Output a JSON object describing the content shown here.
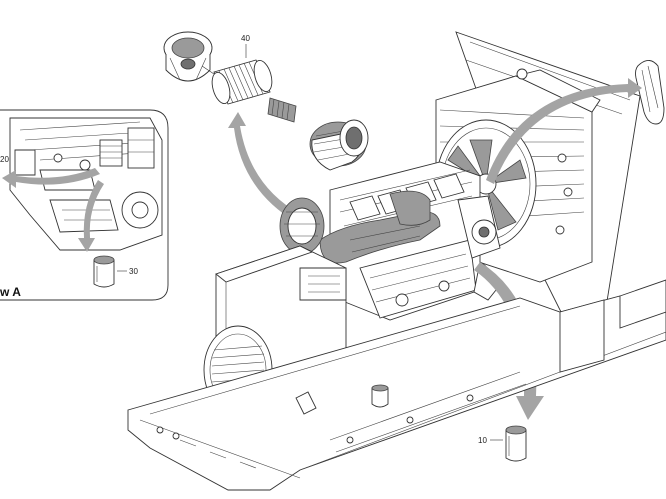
{
  "callouts": {
    "air_filter_element": "40",
    "detail_item_left": "20",
    "detail_oil_filter": "30",
    "main_oil_filter": "10"
  },
  "detail_view": {
    "label": "w A"
  },
  "colors": {
    "arrow_fill": "#a4a4a4",
    "part_grey": "#9a9a9a",
    "line": "#333333"
  }
}
